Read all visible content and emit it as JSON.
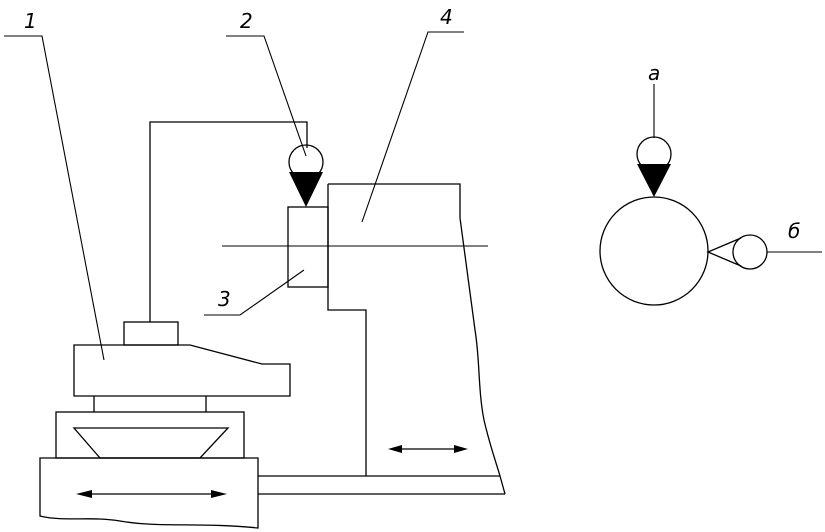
{
  "labels": {
    "part_1": "1",
    "part_2": "2",
    "part_3": "3",
    "part_4": "4",
    "view_a": "а",
    "view_b": "б"
  }
}
